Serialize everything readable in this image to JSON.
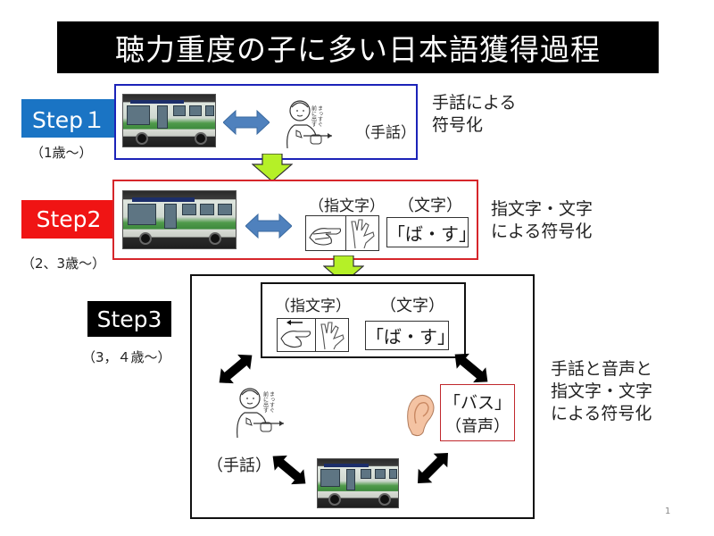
{
  "title": "聴力重度の子に多い日本語獲得過程",
  "colors": {
    "step1": "#1a74c4",
    "step2": "#f01414",
    "step3": "#000000",
    "step1_frame": "#1c23b8",
    "step2_frame": "#d6262b",
    "flow_arrow": "#b5f027",
    "link_arrow_blue": "#4f81bd"
  },
  "steps": [
    {
      "badge": "Step１",
      "age": "（1歳〜）",
      "description": [
        "手話による",
        "符号化"
      ],
      "sign_label": "（手話）"
    },
    {
      "badge": "Step2",
      "age": "（2、3歳〜）",
      "description": [
        "指文字・文字",
        "による符号化"
      ],
      "fingerspell_label": "（指文字）",
      "text_label": "（文字）",
      "text_value": "「ば・す」"
    },
    {
      "badge": "Step3",
      "age": "（3，４歳〜）",
      "description": [
        "手話と音声と",
        "指文字・文字",
        "による符号化"
      ],
      "fingerspell_label": "（指文字）",
      "text_label": "（文字）",
      "text_value": "「ば・す」",
      "sign_label": "（手話）",
      "voice_value": "「バス」",
      "voice_label": "（音声）"
    }
  ],
  "page_number": "1"
}
